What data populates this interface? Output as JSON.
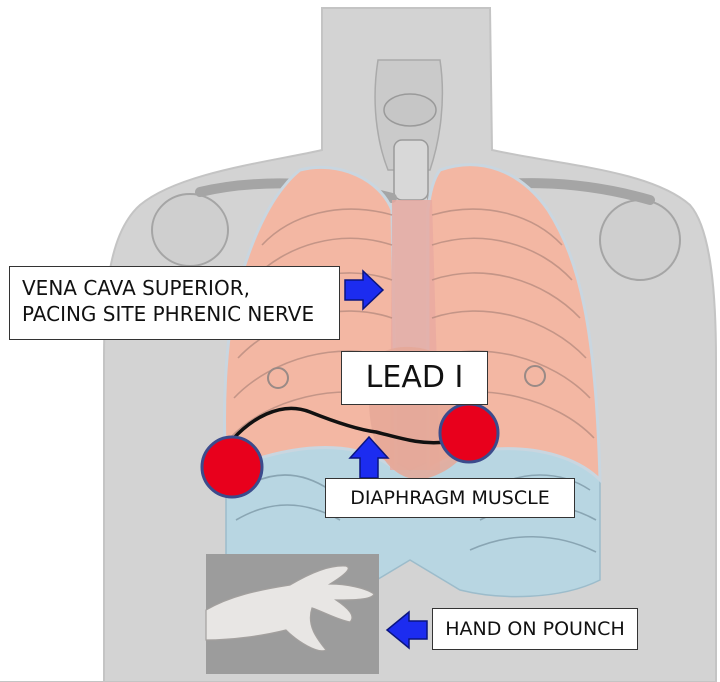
{
  "labels": {
    "vena_cava_line1": "VENA CAVA SUPERIOR,",
    "vena_cava_line2": "PACING SITE PHRENIC NERVE",
    "lead": "LEAD I",
    "diaphragm": "DIAPHRAGM MUSCLE",
    "hand": "HAND ON POUNCH"
  },
  "colors": {
    "electrode": "#e8001c",
    "arrow": "#1c2cf0",
    "lung": "#f3b7a3",
    "diaphragm": "#b8d6e2",
    "body": "#d2d2d2"
  }
}
